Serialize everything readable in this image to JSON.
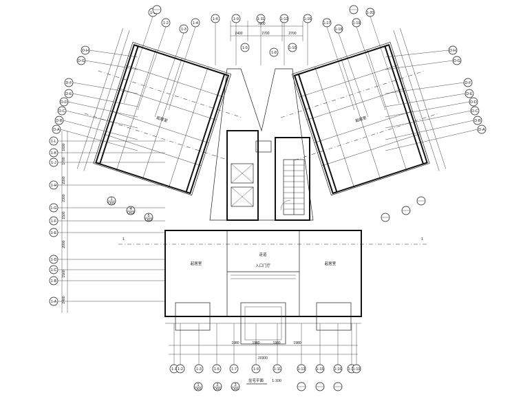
{
  "drawing": {
    "title": "住宅平面",
    "scale": "1:100",
    "section_mark": "1"
  },
  "dimensions": {
    "top": [
      "2400",
      "2700",
      "2700"
    ],
    "top_total": "7800",
    "bottom_total": "20300",
    "bottom": [
      "1980",
      "1980",
      "1980",
      "1980"
    ],
    "left": [
      "1600",
      "1700",
      "2300",
      "2300",
      "1500",
      "2000",
      "1500",
      "2400"
    ]
  },
  "axes": {
    "top_center": [
      "1-6",
      "1-9",
      "1-11",
      "1-13",
      "1-16"
    ],
    "top_mid": [
      "1-5",
      "1-8",
      "1-10"
    ],
    "top_left": [
      "1-1",
      "1-2",
      "1-3",
      "1-4"
    ],
    "top_right": [
      "1-17",
      "1-18",
      "1-19",
      "1-20"
    ],
    "left_upper": [
      "D-H",
      "D-G",
      "D-F",
      "D-E",
      "D-D",
      "D-C",
      "D-B",
      "D-A"
    ],
    "right_upper": [
      "D-H",
      "D-G",
      "D-F",
      "D-E",
      "D-D",
      "D-C",
      "D-B",
      "D-A"
    ],
    "left_lower": [
      "1-L",
      "1-K",
      "1-J",
      "1-H",
      "1-G",
      "1-F",
      "1-E",
      "1-D",
      "1-C",
      "1-B",
      "1-A"
    ],
    "bottom": [
      "1-1",
      "1-2",
      "1-3",
      "1-5",
      "1-7",
      "1-9",
      "1-11",
      "1-13",
      "1-15",
      "1-16",
      "1-18",
      "1-19"
    ]
  },
  "detail_refs": [
    {
      "num": "1",
      "sheet": "Q01"
    },
    {
      "num": "2",
      "sheet": "Q01"
    },
    {
      "num": "3",
      "sheet": "Q01"
    },
    {
      "num": "4",
      "sheet": "Q02"
    },
    {
      "num": "5",
      "sheet": "Q02"
    }
  ],
  "rooms": {
    "left_wing": "起居室",
    "right_wing": "起居室",
    "lower_left": "起居室",
    "lower_right": "起居室",
    "hall": "入口门厅",
    "corridor": "走道"
  }
}
